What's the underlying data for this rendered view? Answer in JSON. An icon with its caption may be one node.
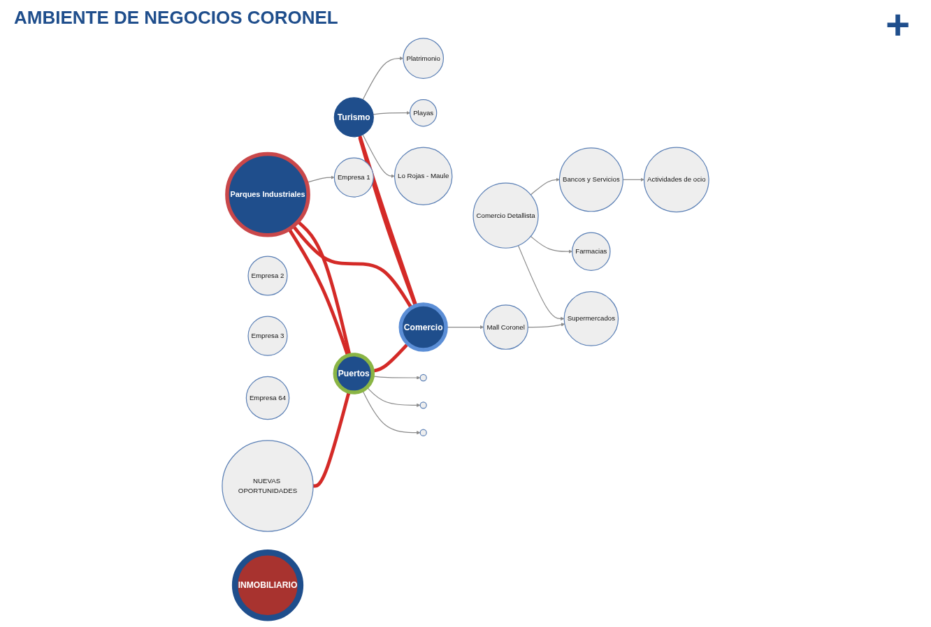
{
  "diagram": {
    "title": "AMBIENTE DE NEGOCIOS CORONEL",
    "nodes": [
      {
        "text": [
          "Turismo"
        ]
      },
      {
        "text": [
          "Platrimonio"
        ]
      },
      {
        "text": [
          "Playas"
        ]
      },
      {
        "text": [
          "Lo Rojas - Maule"
        ]
      },
      {
        "text": [
          "Parques Industriales"
        ]
      },
      {
        "text": [
          "Empresa 1"
        ]
      },
      {
        "text": [
          "Empresa 2"
        ]
      },
      {
        "text": [
          "Empresa 3"
        ]
      },
      {
        "text": [
          "Empresa 64"
        ]
      },
      {
        "text": [
          "Puertos"
        ]
      },
      {
        "text": [],
        "shape": "circle"
      },
      {
        "text": [],
        "shape": "circle"
      },
      {
        "text": [],
        "shape": "circle"
      },
      {
        "text": [
          "Actividades de ocio"
        ]
      },
      {
        "text": [
          "Bancos y Servicios"
        ]
      },
      {
        "text": [
          "Comercio"
        ]
      },
      {
        "text": [
          "Comercio Detallista"
        ]
      },
      {
        "text": [
          "Farmacias"
        ]
      },
      {
        "text": [
          "Mall Coronel"
        ]
      },
      {
        "text": [
          "Supermercados"
        ]
      },
      {
        "text": [
          "NUEVAS OPORTUNIDADES"
        ]
      },
      {
        "text": [
          "INMOBILIARIO"
        ]
      }
    ],
    "edges": [
      {
        "from": 0,
        "to": 1,
        "arrow": "to"
      },
      {
        "from": 0,
        "to": 2,
        "arrow": "to"
      },
      {
        "from": 0,
        "to": 3,
        "arrow": "to"
      },
      {
        "from": 0,
        "to": 15,
        "arrow": "to",
        "style": "thick",
        "color": "#d42a27"
      },
      {
        "from": 15,
        "to": 0,
        "arrow": "to",
        "style": "thick",
        "color": "#d42a27"
      },
      {
        "from": 4,
        "to": 5,
        "arrow": "to"
      },
      {
        "from": 4,
        "to": 9,
        "arrow": "to",
        "style": "thick",
        "color": "#d42a27"
      },
      {
        "from": 9,
        "to": 4,
        "arrow": "to",
        "style": "thick",
        "color": "#d42a27"
      },
      {
        "from": 4,
        "to": 15,
        "arrow": "to",
        "style": "thick",
        "color": "#d42a27"
      },
      {
        "from": 9,
        "to": 15,
        "arrow": "to",
        "style": "thick",
        "color": "#d42a27"
      },
      {
        "from": 9,
        "to": 10,
        "arrow": "to"
      },
      {
        "from": 9,
        "to": 11,
        "arrow": "to"
      },
      {
        "from": 9,
        "to": 12,
        "arrow": "to"
      },
      {
        "from": 14,
        "to": 13,
        "arrow": "to"
      },
      {
        "from": 16,
        "to": 14,
        "arrow": "to"
      },
      {
        "from": 16,
        "to": 17,
        "arrow": "to"
      },
      {
        "from": 16,
        "to": 19,
        "arrow": "to"
      },
      {
        "from": 15,
        "to": 18,
        "arrow": "to"
      },
      {
        "from": 18,
        "to": 19,
        "arrow": "to"
      },
      {
        "from": 20,
        "to": 9,
        "arrow": "to",
        "style": "thick",
        "color": "#d42a27"
      }
    ],
    "labels": [
      "+"
    ]
  }
}
